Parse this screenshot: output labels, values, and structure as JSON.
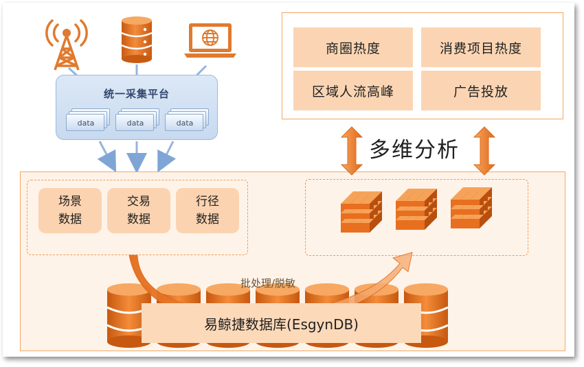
{
  "platform": {
    "title": "统一采集平台",
    "data_label": "data"
  },
  "metrics": {
    "items": [
      "商圈热度",
      "消费项目热度",
      "区域人流高峰",
      "广告投放"
    ]
  },
  "analysis": {
    "label": "多维分析"
  },
  "sources": {
    "items": [
      {
        "line1": "场景",
        "line2": "数据"
      },
      {
        "line1": "交易",
        "line2": "数据"
      },
      {
        "line1": "行径",
        "line2": "数据"
      }
    ]
  },
  "process": {
    "label": "批处理/脱敏"
  },
  "database": {
    "label": "易鲸捷数据库(EsgynDB)"
  },
  "icons": [
    "antenna-tower-icon",
    "database-server-icon",
    "laptop-globe-icon",
    "data-cube-icon"
  ],
  "colors": {
    "orange": "#ec7a22",
    "light_orange": "#fbd5b3",
    "blue": "#c8daf0"
  }
}
